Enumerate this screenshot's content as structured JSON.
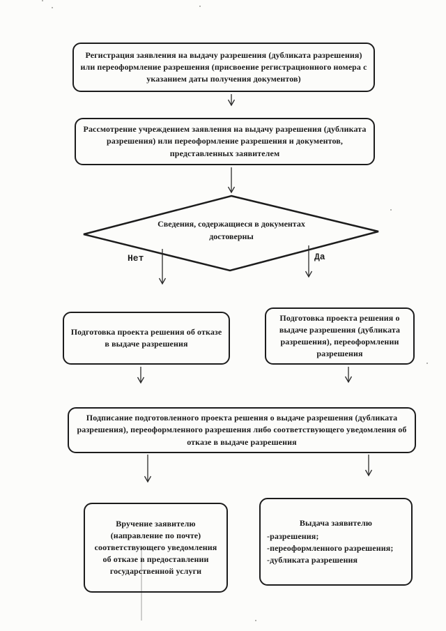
{
  "page": {
    "background": "#fcfcfa",
    "ink": "#1b1b1b"
  },
  "flowchart": {
    "boxes": {
      "registration": {
        "text": "Регистрация заявления на выдачу разрешения (дубликата разрешения) или переоформление разрешения (присвоение регистрационного номера с указанием даты получения документов)"
      },
      "review": {
        "text": "Рассмотрение учреждением заявления на выдачу разрешения (дубликата разрешения) или переоформление разрешения и документов, представленных заявителем"
      },
      "decision": {
        "text": "Сведения, содержащиеся в документах достоверны"
      },
      "refusal_draft": {
        "text": "Подготовка проекта решения об отказе в выдаче разрешения"
      },
      "issue_draft": {
        "text": "Подготовка проекта решения о выдаче разрешения (дубликата разрешения), переоформлении разрешения"
      },
      "signing": {
        "text": "Подписание подготовленного проекта решения о выдаче разрешения (дубликата разрешения), переоформленного разрешения либо соответствующего уведомления об отказе в выдаче разрешения"
      },
      "refusal_delivery": {
        "text": "Вручение заявителю (направление по почте) соответствующего уведомления об отказе в предоставлении государственной услуги"
      },
      "issue_delivery": {
        "title": "Выдача заявителю",
        "items": [
          "-разрешения;",
          "-переоформленного разрешения;",
          "-дубликата разрешения"
        ]
      }
    },
    "branches": {
      "no": "Нет",
      "yes": "Да"
    }
  }
}
